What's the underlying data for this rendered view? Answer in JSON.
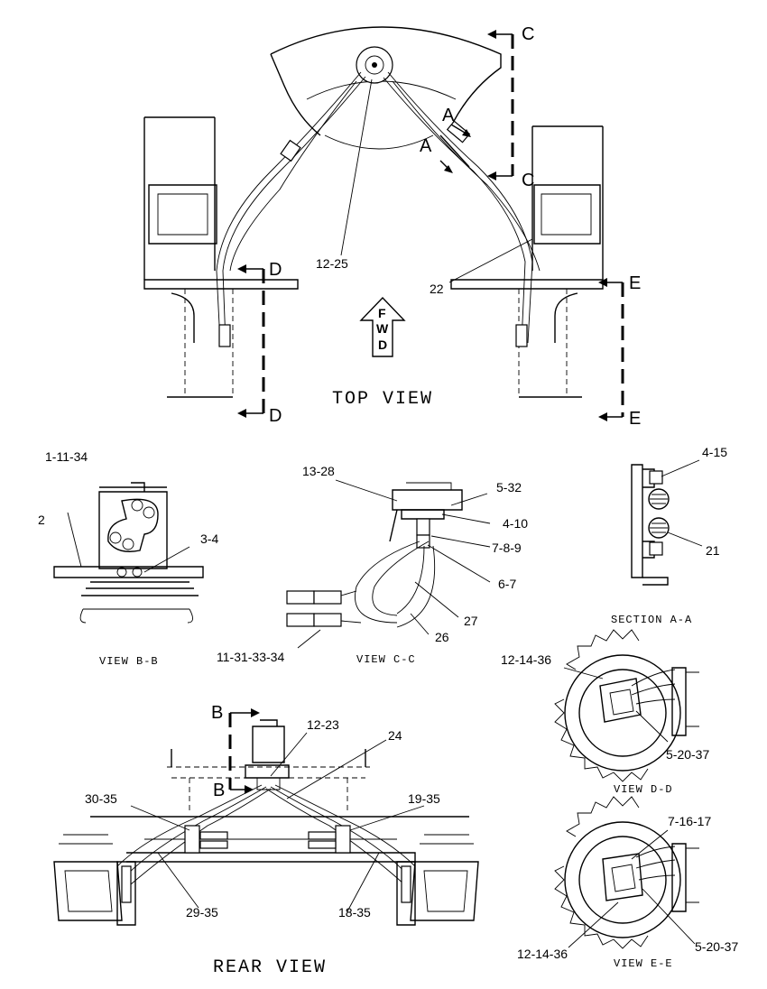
{
  "views": {
    "top": "TOP VIEW",
    "bb": "VIEW B-B",
    "cc": "VIEW C-C",
    "aa": "SECTION A-A",
    "dd": "VIEW D-D",
    "ee": "VIEW E-E",
    "rear": "REAR VIEW"
  },
  "section_markers": {
    "A": "A",
    "B": "B",
    "C": "C",
    "D": "D",
    "E": "E"
  },
  "fwd": {
    "f": "F",
    "w": "W",
    "d": "D"
  },
  "callouts": {
    "c_12_25": "12-25",
    "c_22": "22",
    "c_1_11_34": "1-11-34",
    "c_2": "2",
    "c_3_4": "3-4",
    "c_13_28": "13-28",
    "c_5_32": "5-32",
    "c_4_10": "4-10",
    "c_7_8_9": "7-8-9",
    "c_6_7": "6-7",
    "c_27": "27",
    "c_26": "26",
    "c_11_31_33_34": "11-31-33-34",
    "c_4_15": "4-15",
    "c_21": "21",
    "c_12_14_36_a": "12-14-36",
    "c_5_20_37_a": "5-20-37",
    "c_12_23": "12-23",
    "c_24": "24",
    "c_30_35": "30-35",
    "c_19_35": "19-35",
    "c_29_35": "29-35",
    "c_18_35": "18-35",
    "c_7_16_17": "7-16-17",
    "c_12_14_36_b": "12-14-36",
    "c_5_20_37_b": "5-20-37"
  }
}
